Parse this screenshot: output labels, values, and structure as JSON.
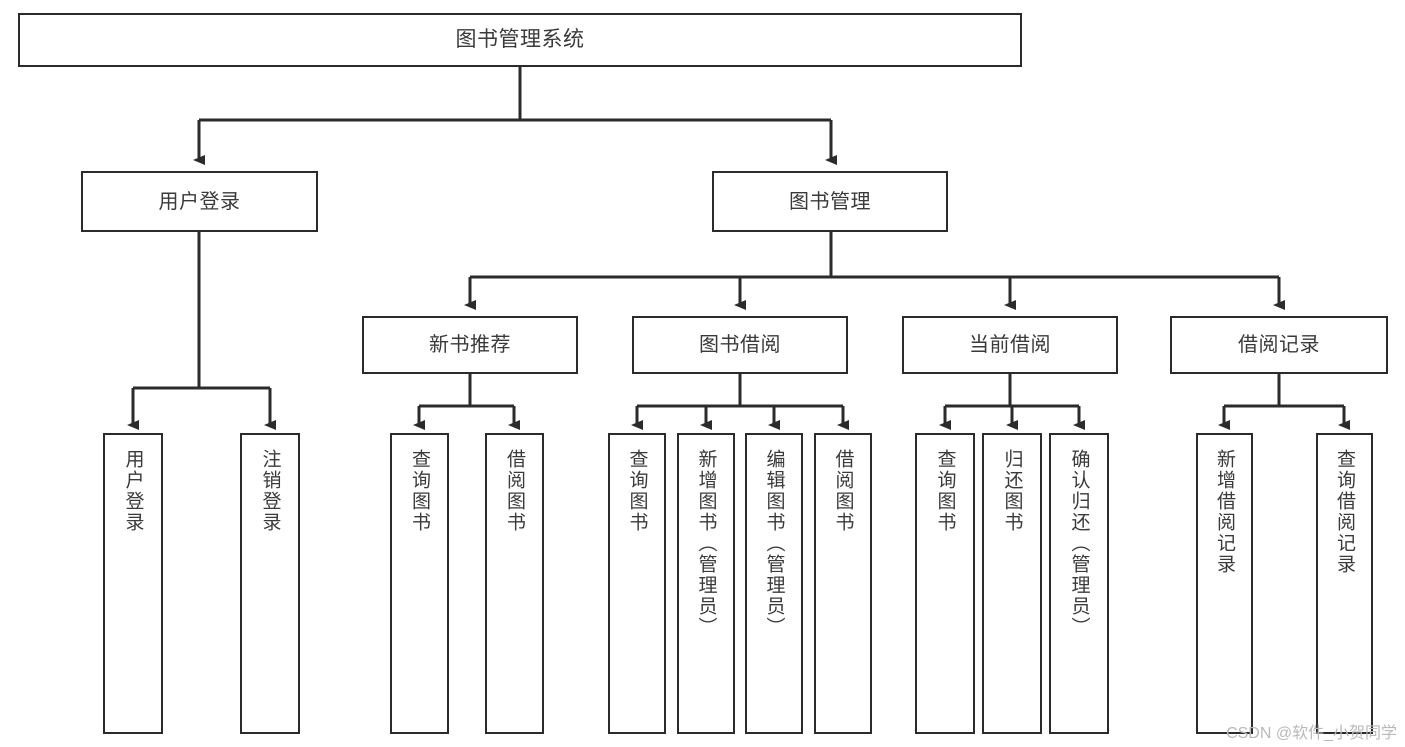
{
  "diagram": {
    "title": "图书管理系统",
    "type": "tree-hierarchy",
    "watermark": "CSDN @软件_小贺同学",
    "colors": {
      "box_border": "#2b2b2b",
      "box_fill": "#ffffff",
      "text": "#3a3a3a",
      "connector": "#2b2b2b",
      "watermark": "#b9b9b9"
    },
    "root": {
      "label": "图书管理系统"
    },
    "level1": [
      {
        "label": "用户登录"
      },
      {
        "label": "图书管理"
      }
    ],
    "level2": [
      {
        "label": "新书推荐"
      },
      {
        "label": "图书借阅"
      },
      {
        "label": "当前借阅"
      },
      {
        "label": "借阅记录"
      }
    ],
    "leaves": {
      "user_login": [
        {
          "label": "用户登录"
        },
        {
          "label": "注销登录"
        }
      ],
      "new_book_recommend": [
        {
          "label": "查询图书"
        },
        {
          "label": "借阅图书"
        }
      ],
      "book_borrow": [
        {
          "label": "查询图书"
        },
        {
          "label": "新增图书（管理员）"
        },
        {
          "label": "编辑图书（管理员）"
        },
        {
          "label": "借阅图书"
        }
      ],
      "current_borrow": [
        {
          "label": "查询图书"
        },
        {
          "label": "归还图书"
        },
        {
          "label": "确认归还（管理员）"
        }
      ],
      "borrow_record": [
        {
          "label": "新增借阅记录"
        },
        {
          "label": "查询借阅记录"
        }
      ]
    }
  }
}
